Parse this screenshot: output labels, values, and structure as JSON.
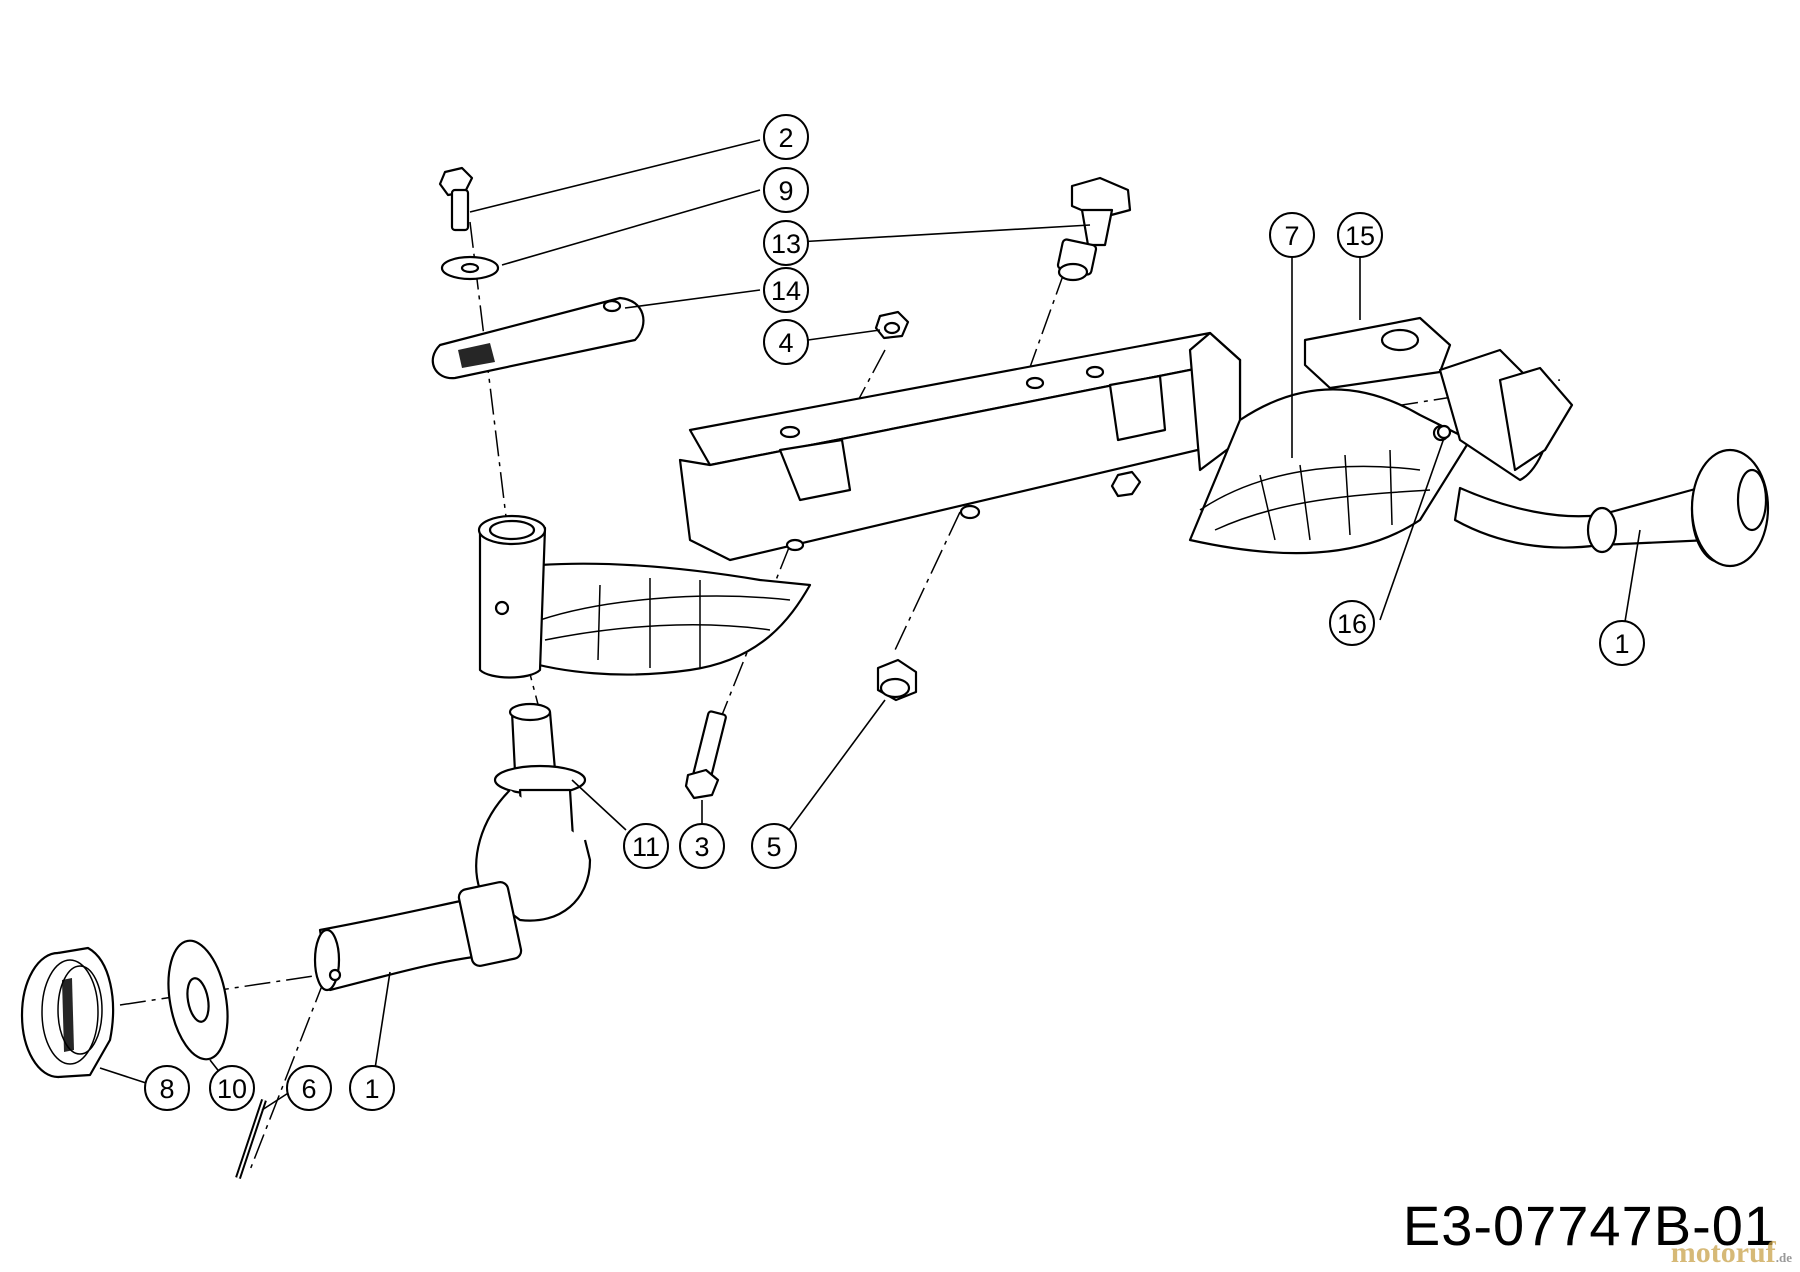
{
  "callouts": [
    {
      "id": "c2",
      "label": "2"
    },
    {
      "id": "c9",
      "label": "9"
    },
    {
      "id": "c13",
      "label": "13"
    },
    {
      "id": "c14",
      "label": "14"
    },
    {
      "id": "c4",
      "label": "4"
    },
    {
      "id": "c7",
      "label": "7"
    },
    {
      "id": "c15",
      "label": "15"
    },
    {
      "id": "c16",
      "label": "16"
    },
    {
      "id": "c1a",
      "label": "1"
    },
    {
      "id": "c11",
      "label": "11"
    },
    {
      "id": "c3",
      "label": "3"
    },
    {
      "id": "c5",
      "label": "5"
    },
    {
      "id": "c8",
      "label": "8"
    },
    {
      "id": "c10",
      "label": "10"
    },
    {
      "id": "c6",
      "label": "6"
    },
    {
      "id": "c1b",
      "label": "1"
    }
  ],
  "drawing_code": "E3-07747B-01",
  "watermark": {
    "brand": "motoruf",
    "tld": ".de"
  }
}
